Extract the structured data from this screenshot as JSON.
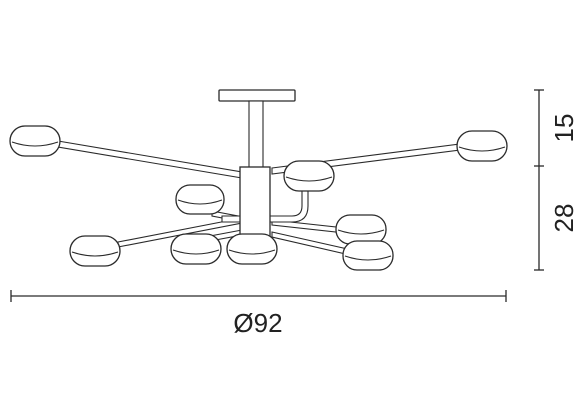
{
  "dimensions": {
    "height_top": "15",
    "height_bottom": "28",
    "diameter": "Ø92"
  },
  "colors": {
    "line": "#2a2a2a",
    "background": "#ffffff"
  }
}
